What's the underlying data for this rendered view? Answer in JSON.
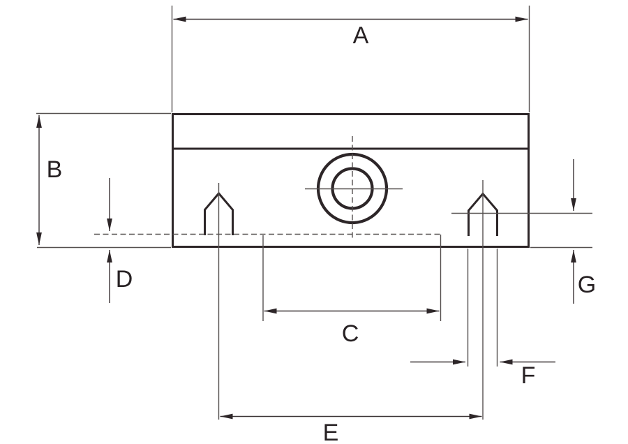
{
  "diagram": {
    "kind": "technical-dimension-drawing",
    "labels": [
      "A",
      "B",
      "C",
      "D",
      "E",
      "F",
      "G"
    ],
    "colors": {
      "outline": "#2d2628",
      "thin_line": "#55504f",
      "text": "#272123",
      "background": "#ffffff"
    }
  }
}
